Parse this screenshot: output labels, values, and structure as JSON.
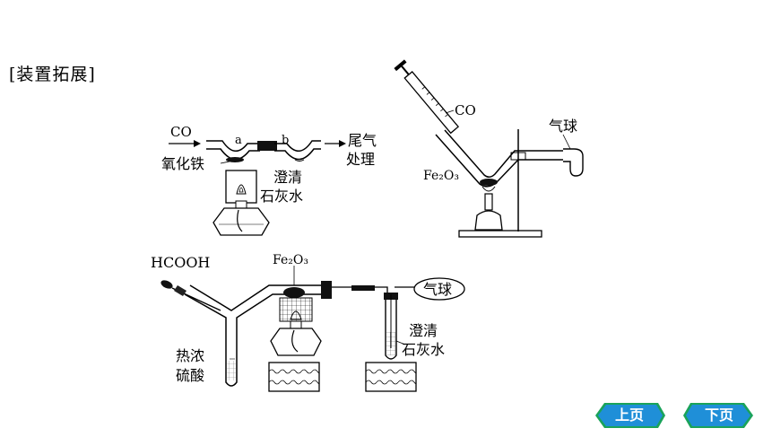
{
  "heading": "[装置拓展]",
  "apparatus1": {
    "gas_in": "CO",
    "point_a": "a",
    "point_b": "b",
    "iron_oxide": "氧化铁",
    "tail_gas_1": "尾气",
    "tail_gas_2": "处理",
    "limewater_1": "澄清",
    "limewater_2": "石灰水"
  },
  "apparatus2": {
    "gas": "CO",
    "reagent": "Fe₂O₃",
    "balloon": "气球"
  },
  "apparatus3": {
    "acid": "HCOOH",
    "reagent": "Fe₂O₃",
    "balloon": "气球",
    "limewater_1": "澄清",
    "limewater_2": "石灰水",
    "sulfuric_1": "热浓",
    "sulfuric_2": "硫酸"
  },
  "nav": {
    "prev": "上页",
    "next": "下页"
  },
  "colors": {
    "nav_green": "#1aa35a",
    "nav_blue": "#1f8fd8"
  }
}
